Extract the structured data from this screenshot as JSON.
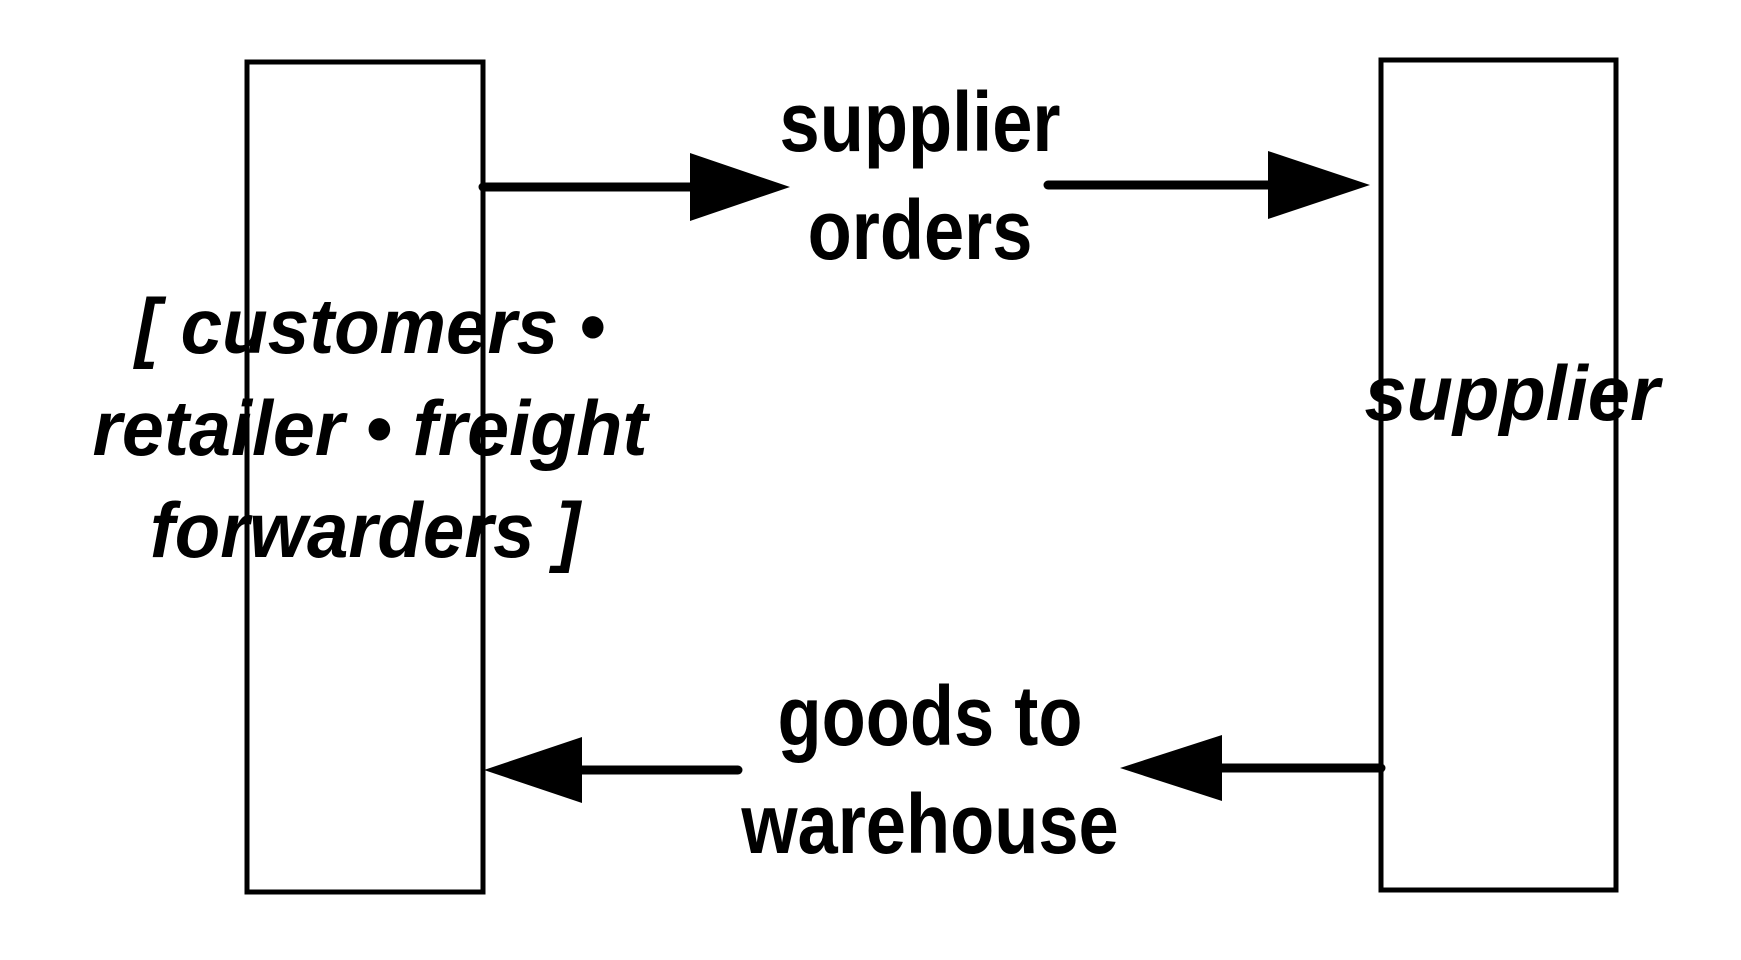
{
  "diagram": {
    "left_entity": {
      "lines": [
        "[ customers •",
        "retailer • freight",
        "forwarders ]"
      ]
    },
    "right_entity": {
      "lines": [
        "supplier"
      ]
    },
    "top_flow": {
      "lines": [
        "supplier",
        "orders"
      ],
      "direction": "left-to-right"
    },
    "bottom_flow": {
      "lines": [
        "goods to",
        "warehouse"
      ],
      "direction": "right-to-left"
    },
    "colors": {
      "stroke": "#000000",
      "background": "#ffffff"
    }
  }
}
